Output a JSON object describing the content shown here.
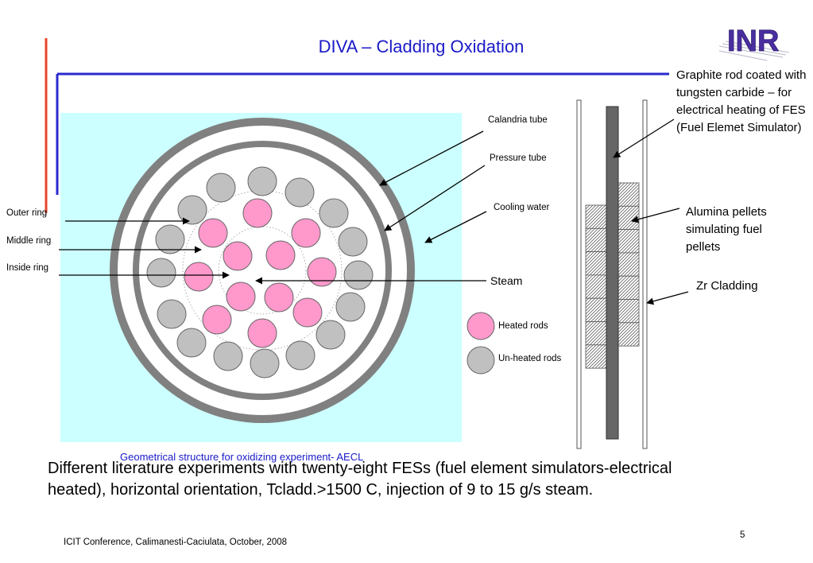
{
  "slide": {
    "title": "DIVA – Cladding Oxidation",
    "logo_text": "INR",
    "caption": "Geometrical structure for oxidizing experiment- AECL",
    "body": "Different literature experiments with twenty-eight FESs (fuel element simulators-electrical heated), horizontal orientation, Tcladd.>1500 C, injection of 9 to 15 g/s steam.",
    "footer": "ICIT Conference, Calimanesti-Caciulata, October, 2008",
    "page_number": "5"
  },
  "cross_section_labels": {
    "calandria_tube": "Calandria tube",
    "pressure_tube": "Pressure tube",
    "cooling_water": "Cooling water",
    "steam": "Steam",
    "outer_ring": "Outer ring",
    "middle_ring": "Middle ring",
    "inside_ring": "Inside ring"
  },
  "legend": {
    "heated": "Heated rods",
    "unheated": "Un-heated rods"
  },
  "fes_labels": {
    "graphite_rod": "Graphite rod coated with tungsten carbide – for electrical heating of FES (Fuel Elemet Simulator)",
    "alumina": "Alumina pellets simulating fuel pellets",
    "zr_cladding": "Zr Cladding"
  },
  "colors": {
    "title_blue": "#1a1ac8",
    "accent_red": "#e8452a",
    "accent_blue": "#2a2ad0",
    "water": "#ccffff",
    "heated_rod": "#ff99cc",
    "unheated_rod": "#c0c0c0",
    "tube_gray": "#808080"
  }
}
